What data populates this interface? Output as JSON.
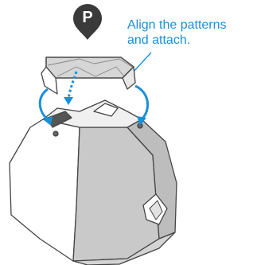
{
  "step_marker": {
    "letter": "P",
    "color": "#3a3a3a"
  },
  "instruction": {
    "lines": [
      "Align the patterns",
      "and attach."
    ],
    "color": "#1a8fd8"
  },
  "arrow_color": "#1a8fd8",
  "icons": {
    "marker": "map-pin-icon",
    "arrows": "curved-arrow-icon"
  }
}
